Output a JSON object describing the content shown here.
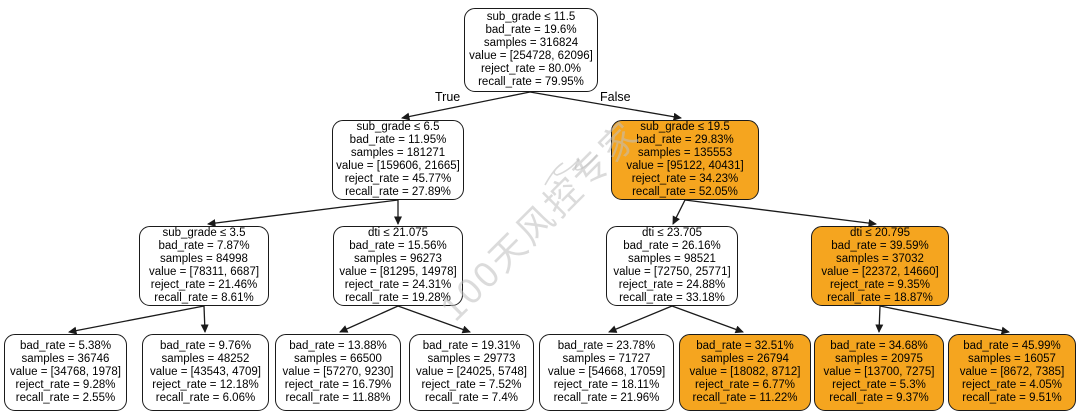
{
  "watermark": {
    "text": "100天风控专家"
  },
  "edge_labels": {
    "true_label": "True",
    "false_label": "False"
  },
  "colors": {
    "node_white": "#ffffff",
    "node_orange": "#f5a51f",
    "border": "#1a1a1a",
    "arrow": "#1a1a1a",
    "watermark": "#bfbfbf"
  },
  "nodes": {
    "root": {
      "lines": [
        "sub_grade ≤ 11.5",
        "bad_rate = 19.6%",
        "samples = 316824",
        "value = [254728, 62096]",
        "reject_rate = 80.0%",
        "recall_rate = 79.95%"
      ]
    },
    "d1_left": {
      "lines": [
        "sub_grade ≤ 6.5",
        "bad_rate = 11.95%",
        "samples = 181271",
        "value = [159606, 21665]",
        "reject_rate = 45.77%",
        "recall_rate = 27.89%"
      ]
    },
    "d1_right": {
      "lines": [
        "sub_grade ≤ 19.5",
        "bad_rate = 29.83%",
        "samples = 135553",
        "value = [95122, 40431]",
        "reject_rate = 34.23%",
        "recall_rate = 52.05%"
      ]
    },
    "d2_n1": {
      "lines": [
        "sub_grade ≤ 3.5",
        "bad_rate = 7.87%",
        "samples = 84998",
        "value = [78311, 6687]",
        "reject_rate = 21.46%",
        "recall_rate = 8.61%"
      ]
    },
    "d2_n2": {
      "lines": [
        "dti ≤ 21.075",
        "bad_rate = 15.56%",
        "samples = 96273",
        "value = [81295, 14978]",
        "reject_rate = 24.31%",
        "recall_rate = 19.28%"
      ]
    },
    "d2_n3": {
      "lines": [
        "dti ≤ 23.705",
        "bad_rate = 26.16%",
        "samples = 98521",
        "value = [72750, 25771]",
        "reject_rate = 24.88%",
        "recall_rate = 33.18%"
      ]
    },
    "d2_n4": {
      "lines": [
        "dti ≤ 20.795",
        "bad_rate = 39.59%",
        "samples = 37032",
        "value = [22372, 14660]",
        "reject_rate = 9.35%",
        "recall_rate = 18.87%"
      ]
    },
    "leaf1": {
      "lines": [
        "bad_rate = 5.38%",
        "samples = 36746",
        "value = [34768, 1978]",
        "reject_rate = 9.28%",
        "recall_rate = 2.55%"
      ]
    },
    "leaf2": {
      "lines": [
        "bad_rate = 9.76%",
        "samples = 48252",
        "value = [43543, 4709]",
        "reject_rate = 12.18%",
        "recall_rate = 6.06%"
      ]
    },
    "leaf3": {
      "lines": [
        "bad_rate = 13.88%",
        "samples = 66500",
        "value = [57270, 9230]",
        "reject_rate = 16.79%",
        "recall_rate = 11.88%"
      ]
    },
    "leaf4": {
      "lines": [
        "bad_rate = 19.31%",
        "samples = 29773",
        "value = [24025, 5748]",
        "reject_rate = 7.52%",
        "recall_rate = 7.4%"
      ]
    },
    "leaf5": {
      "lines": [
        "bad_rate = 23.78%",
        "samples = 71727",
        "value = [54668, 17059]",
        "reject_rate = 18.11%",
        "recall_rate = 21.96%"
      ]
    },
    "leaf6": {
      "lines": [
        "bad_rate = 32.51%",
        "samples = 26794",
        "value = [18082, 8712]",
        "reject_rate = 6.77%",
        "recall_rate = 11.22%"
      ]
    },
    "leaf7": {
      "lines": [
        "bad_rate = 34.68%",
        "samples = 20975",
        "value = [13700, 7275]",
        "reject_rate = 5.3%",
        "recall_rate = 9.37%"
      ]
    },
    "leaf8": {
      "lines": [
        "bad_rate = 45.99%",
        "samples = 16057",
        "value = [8672, 7385]",
        "reject_rate = 4.05%",
        "recall_rate = 9.51%"
      ]
    }
  }
}
